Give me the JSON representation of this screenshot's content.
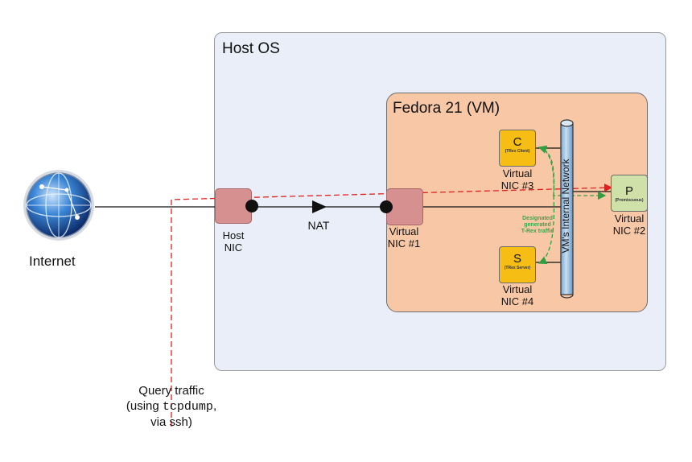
{
  "host_os": {
    "title": "Host OS"
  },
  "vm": {
    "title": "Fedora 21 (VM)"
  },
  "internet": {
    "label": "Internet",
    "icon": "globe-icon"
  },
  "host_nic": {
    "line1": "Host",
    "line2": "NIC"
  },
  "nat": {
    "label": "NAT"
  },
  "virtual_nic_1": {
    "line1": "Virtual",
    "line2": "NIC #1"
  },
  "virtual_nic_2": {
    "letter": "P",
    "sub": "(Promiscuous)",
    "line1": "Virtual",
    "line2": "NIC #2"
  },
  "virtual_nic_3": {
    "letter": "C",
    "sub": "(TRex Client)",
    "line1": "Virtual",
    "line2": "NIC #3"
  },
  "virtual_nic_4": {
    "letter": "S",
    "sub": "(TRex Server)",
    "line1": "Virtual",
    "line2": "NIC #4"
  },
  "internal_network": {
    "label": "VM's Internal Network"
  },
  "trex_traffic": {
    "line1": "Designated",
    "line2": "generated",
    "line3": "T-Rex traffic"
  },
  "query_traffic": {
    "line1": "Query traffic",
    "line2_prefix": "(using ",
    "line2_code": "tcpdump",
    "line2_suffix": ",",
    "line3": "via ssh)"
  },
  "colors": {
    "query_line": "#e02020",
    "trex_line": "#2fa040",
    "nic_fill": "#d79090",
    "vm_fill": "#f8c8a6",
    "host_fill": "#e9eef8"
  }
}
